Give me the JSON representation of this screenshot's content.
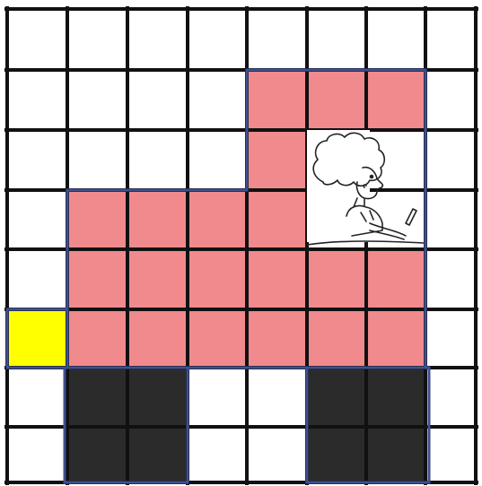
{
  "grid": {
    "rows": 8,
    "cols": 8,
    "line_color": "#111111",
    "background": "#ffffff"
  },
  "colors": {
    "pink": "#f08a8d",
    "yellow": "#ffff00",
    "black": "#2b2b2b",
    "outline": "#3f4f8f"
  },
  "cells": {
    "pink": [
      [
        1,
        4
      ],
      [
        1,
        5
      ],
      [
        1,
        6
      ],
      [
        2,
        4
      ],
      [
        3,
        1
      ],
      [
        3,
        2
      ],
      [
        3,
        3
      ],
      [
        3,
        4
      ],
      [
        4,
        1
      ],
      [
        4,
        2
      ],
      [
        4,
        3
      ],
      [
        4,
        4
      ],
      [
        4,
        5
      ],
      [
        4,
        6
      ],
      [
        5,
        1
      ],
      [
        5,
        2
      ],
      [
        5,
        3
      ],
      [
        5,
        4
      ],
      [
        5,
        5
      ],
      [
        5,
        6
      ]
    ],
    "yellow": [
      [
        5,
        0
      ]
    ],
    "black": [
      [
        6,
        1
      ],
      [
        6,
        2
      ],
      [
        6,
        5
      ],
      [
        6,
        6
      ],
      [
        7,
        1
      ],
      [
        7,
        2
      ],
      [
        7,
        5
      ],
      [
        7,
        6
      ]
    ]
  },
  "character": {
    "icon": "child-drawing-icon",
    "cells": [
      [
        2,
        5
      ],
      [
        3,
        5
      ]
    ]
  }
}
